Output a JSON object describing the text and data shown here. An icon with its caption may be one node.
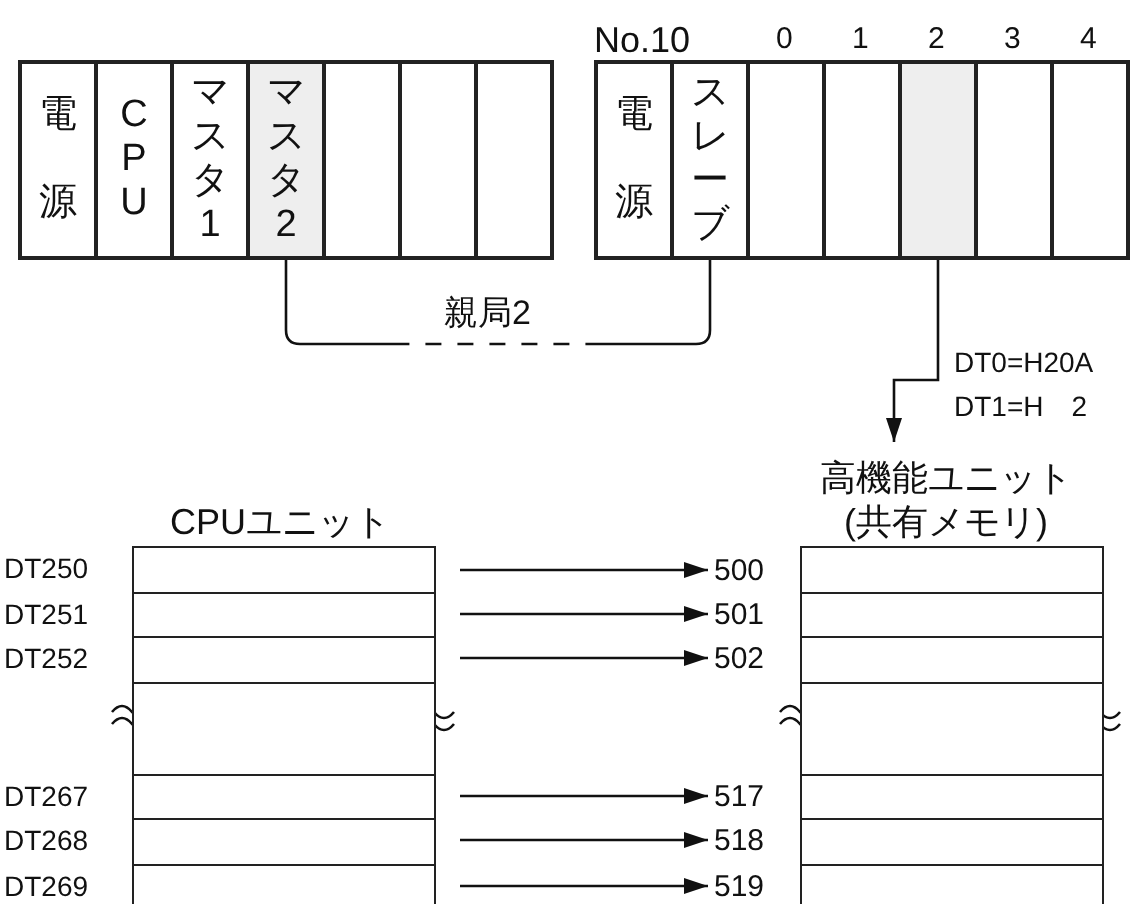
{
  "diagram": {
    "nodes": [
      {
        "text": [
          "電源"
        ]
      },
      {
        "text": [
          "CPU"
        ]
      },
      {
        "text": [
          "マスタ1"
        ]
      },
      {
        "text": [
          "マスタ2"
        ]
      },
      {
        "text": [],
        "shape": "box"
      },
      {
        "text": [],
        "shape": "box"
      },
      {
        "text": [],
        "shape": "box"
      },
      {
        "text": [
          "電源"
        ]
      },
      {
        "text": [
          "スレーブ"
        ]
      },
      {
        "text": [],
        "shape": "box",
        "beside": [
          "0"
        ]
      },
      {
        "text": [],
        "shape": "box",
        "beside": [
          "1"
        ]
      },
      {
        "text": [],
        "shape": "box",
        "beside": [
          "2"
        ]
      },
      {
        "text": [],
        "shape": "box",
        "beside": [
          "3"
        ]
      },
      {
        "text": [],
        "shape": "box",
        "beside": [
          "4"
        ]
      },
      {
        "text": [
          "CPUユニット"
        ]
      },
      {
        "text": [],
        "shape": "box",
        "in": 14,
        "beside": [
          "DT250"
        ]
      },
      {
        "text": [],
        "shape": "box",
        "in": 14,
        "beside": [
          "DT251"
        ]
      },
      {
        "text": [],
        "shape": "box",
        "in": 14,
        "beside": [
          "DT252"
        ]
      },
      {
        "text": [],
        "shape": "box",
        "in": 14
      },
      {
        "text": [],
        "shape": "box",
        "in": 14,
        "beside": [
          "DT267"
        ]
      },
      {
        "text": [],
        "shape": "box",
        "in": 14,
        "beside": [
          "DT268"
        ]
      },
      {
        "text": [],
        "shape": "box",
        "in": 14,
        "beside": [
          "DT269"
        ]
      },
      {
        "text": [
          "高機能ユニット(共有メモリ)"
        ]
      },
      {
        "text": [],
        "shape": "box",
        "in": 22
      },
      {
        "text": [],
        "shape": "box",
        "in": 22
      },
      {
        "text": [],
        "shape": "box",
        "in": 22
      },
      {
        "text": [],
        "shape": "box",
        "in": 22
      },
      {
        "text": [],
        "shape": "box",
        "in": 22
      },
      {
        "text": [],
        "shape": "box",
        "in": 22
      },
      {
        "text": [],
        "shape": "box",
        "in": 22
      },
      {
        "text": [
          "500"
        ]
      },
      {
        "text": [
          "501"
        ]
      },
      {
        "text": [
          "502"
        ]
      },
      {
        "text": [
          "517"
        ]
      },
      {
        "text": [
          "518"
        ]
      },
      {
        "text": [
          "519"
        ]
      }
    ],
    "edges": [
      {
        "from": 3,
        "to": 8,
        "arrow": "none",
        "label": "親局2",
        "style": "dashed"
      },
      {
        "from": 11,
        "to": 22,
        "arrow": "to"
      },
      {
        "from": 15,
        "to": 30,
        "arrow": "to"
      },
      {
        "from": 16,
        "to": 31,
        "arrow": "to"
      },
      {
        "from": 17,
        "to": 32,
        "arrow": "to"
      },
      {
        "from": 19,
        "to": 33,
        "arrow": "to"
      },
      {
        "from": 20,
        "to": 34,
        "arrow": "to"
      },
      {
        "from": 21,
        "to": 35,
        "arrow": "to"
      }
    ],
    "labels": [
      "No.10",
      "DT0=H20A",
      "DT1=H　2"
    ]
  }
}
